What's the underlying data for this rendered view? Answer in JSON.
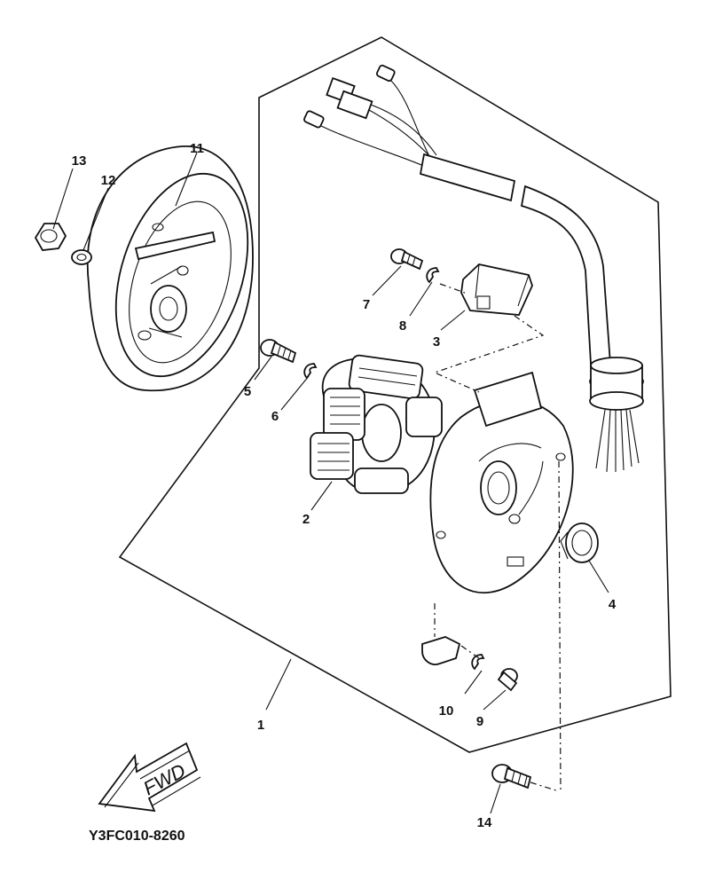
{
  "diagram": {
    "code": "Y3FC010-8260",
    "fwd_label": "FWD",
    "callouts": {
      "c1": "1",
      "c2": "2",
      "c3": "3",
      "c4": "4",
      "c5": "5",
      "c6": "6",
      "c7": "7",
      "c8": "8",
      "c9": "9",
      "c10": "10",
      "c11": "11",
      "c12": "12",
      "c13": "13",
      "c14": "14"
    }
  }
}
